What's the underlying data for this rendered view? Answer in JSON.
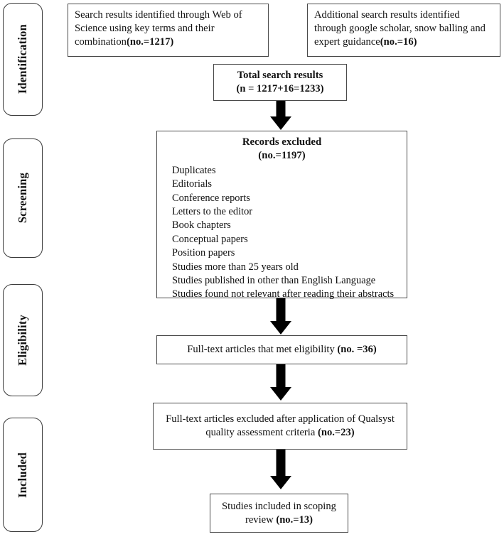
{
  "figure": {
    "type": "prisma-flow-diagram",
    "title": "PRISMA scoping review flow diagram"
  },
  "phases": [
    {
      "name": "identification",
      "label": "Identification"
    },
    {
      "name": "screening",
      "label": "Screening"
    },
    {
      "name": "eligibility",
      "label": "Eligibility"
    },
    {
      "name": "included",
      "label": "Included"
    }
  ],
  "boxes": {
    "web_of_science": {
      "text": "Search results identified through Web of Science using key terms and their combination",
      "count_label": "(no.=1217)"
    },
    "additional_sources": {
      "text": "Additional search results identified through google scholar, snow balling and expert guidance",
      "count_label": "(no.=16)"
    },
    "total_results": {
      "line1": "Total search results",
      "line2": "(n = 1217+16=1233)"
    },
    "records_excluded": {
      "title_line1": "Records excluded",
      "title_line2": "(no.=1197)",
      "reasons": [
        "Duplicates",
        "Editorials",
        "Conference reports",
        "Letters to the editor",
        "Book chapters",
        "Conceptual papers",
        "Position papers",
        "Studies more than 25 years old",
        "Studies published in other than English Language",
        "Studies found not relevant after reading their abstracts"
      ]
    },
    "eligible_fulltext": {
      "text": "Full-text articles that met eligibility ",
      "count_label": "(no. =36)"
    },
    "excluded_qualsyst": {
      "line1": "Full-text articles excluded after application of Qualsyst",
      "line2_text": "quality assessment criteria ",
      "count_label": "(no.=23)"
    },
    "included_studies": {
      "line1": "Studies included in scoping",
      "line2_text": "review ",
      "count_label": "(no.=13)"
    }
  },
  "connectors": [
    {
      "name": "total-to-excluded"
    },
    {
      "name": "excluded-to-eligible"
    },
    {
      "name": "eligible-to-qualsyst"
    },
    {
      "name": "qualsyst-to-included"
    }
  ],
  "colors": {
    "border": "#4a4a4a",
    "phase_border": "#3a3a3a",
    "arrow": "#000000",
    "text": "#111111",
    "background": "#ffffff"
  }
}
